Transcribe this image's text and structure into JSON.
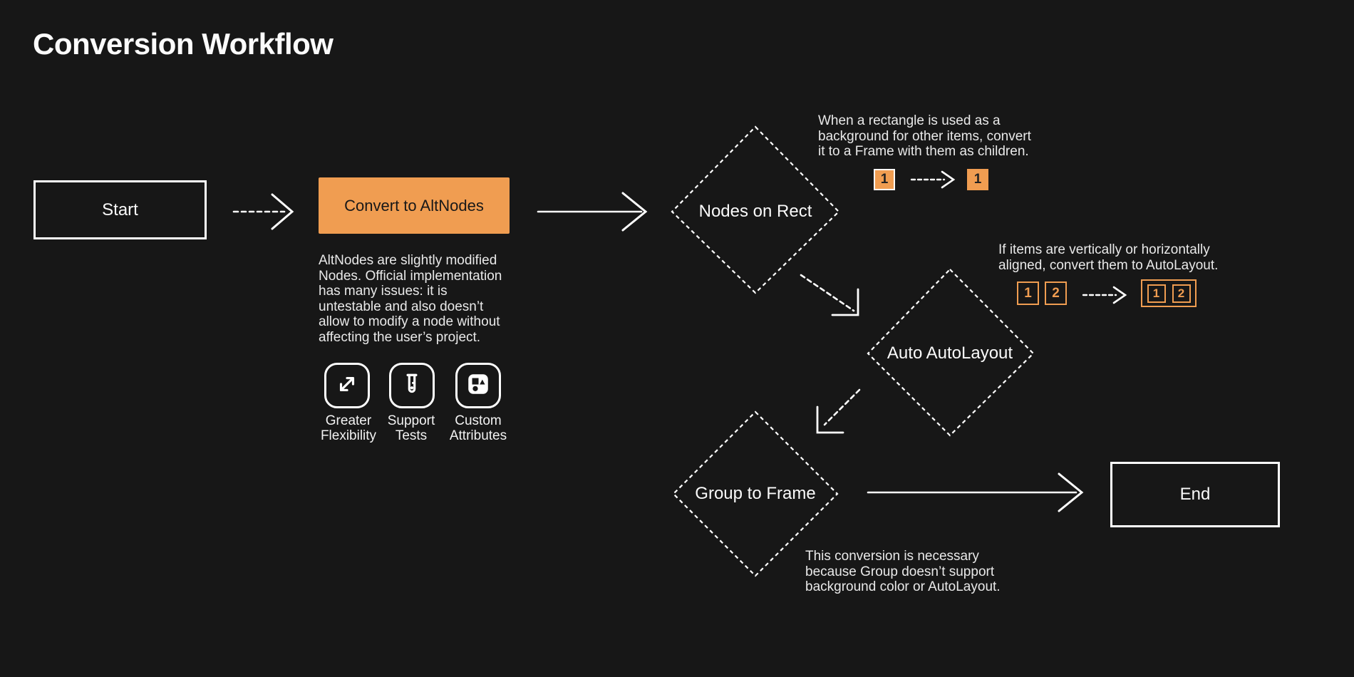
{
  "page": {
    "title": "Conversion Workflow",
    "background_color": "#171717",
    "accent_color": "#F09D51"
  },
  "nodes": {
    "start": {
      "label": "Start"
    },
    "convert_to_altnodes": {
      "label": "Convert to AltNodes",
      "description": "AltNodes are slightly modified\nNodes. Official implementation\nhas many issues: it is\nuntestable and also doesn’t\nallow to modify a node without\naffecting the user’s project."
    },
    "nodes_on_rect": {
      "label": "Nodes on Rect"
    },
    "auto_autolayout": {
      "label": "Auto AutoLayout"
    },
    "group_to_frame": {
      "label": "Group to Frame"
    },
    "end": {
      "label": "End"
    }
  },
  "features": [
    {
      "icon": "expand-arrows-icon",
      "label": "Greater\nFlexibility"
    },
    {
      "icon": "test-tube-icon",
      "label": "Support\nTests"
    },
    {
      "icon": "shapes-icon",
      "label": "Custom\nAttributes"
    }
  ],
  "annotations": {
    "nodes_on_rect": {
      "text": "When a rectangle is used as a\nbackground for other items, convert\nit to a Frame with them as children.",
      "before_chip": "1",
      "after_chip": "1"
    },
    "auto_autolayout": {
      "text": "If items are vertically or horizontally\naligned, convert them to AutoLayout.",
      "before_chips": [
        "1",
        "2"
      ],
      "after_chips": [
        "1",
        "2"
      ]
    },
    "group_to_frame": {
      "text": "This conversion is necessary\nbecause Group doesn’t support\nbackground color or AutoLayout."
    }
  }
}
